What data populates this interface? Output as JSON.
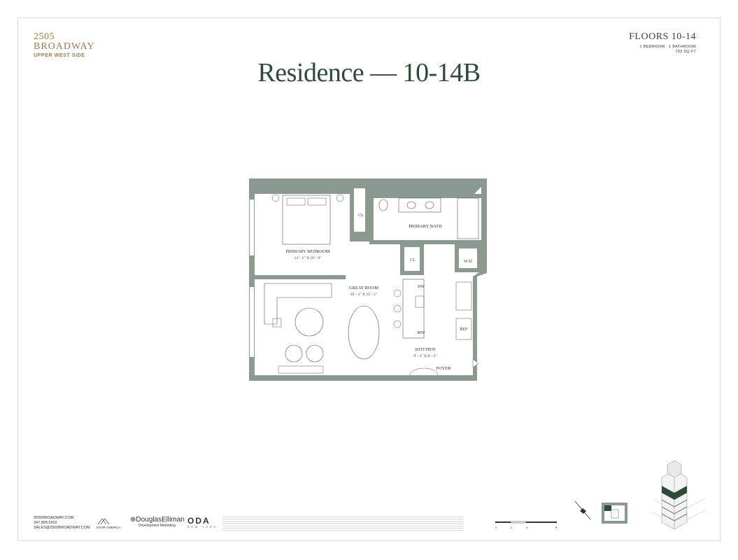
{
  "brand": {
    "line1": "2505",
    "line2": "BROADWAY",
    "line3": "UPPER WEST SIDE"
  },
  "title": "Residence — 10-14B",
  "floors": {
    "label": "FLOORS 10-14",
    "rooms": "1 BEDROOM · 1 BATHROOM",
    "size": "793 SQ FT"
  },
  "plan": {
    "cl_1": "CL",
    "primary_bath": "PRIMARY BATH",
    "primary_bedroom": "PRIMARY BEDROOM",
    "primary_bedroom_dims": "12' - 5\" X 10' - 9\"",
    "cl_2": "CL",
    "wd": "W/D",
    "great_room": "GREAT ROOM",
    "great_room_dims": "19' - 1\" X 15' - 1\"",
    "dw": "DW",
    "mw": "MW",
    "ref": "REF",
    "kitchen": "KITCHEN",
    "kitchen_dims": "9' - 1\" X 8' - 2\"",
    "foyer": "FOYER"
  },
  "contact": {
    "web": "2505BROADWAY.COM",
    "phone": "347.899.6502",
    "email": "SALES@2505BROADWAY.COM"
  },
  "logos": {
    "koa": "KOHR AMERICA",
    "de": "DouglasElliman",
    "de_sub": "Development Marketing",
    "oda": "ODA",
    "oda_sub": "NEW YORK"
  },
  "scale": {
    "t0": "0",
    "t1": "2",
    "t2": "4",
    "t3": "8"
  },
  "colors": {
    "wall": "#8b9a91",
    "accent": "#2f4a3a",
    "brand": "#9a7b4f"
  }
}
